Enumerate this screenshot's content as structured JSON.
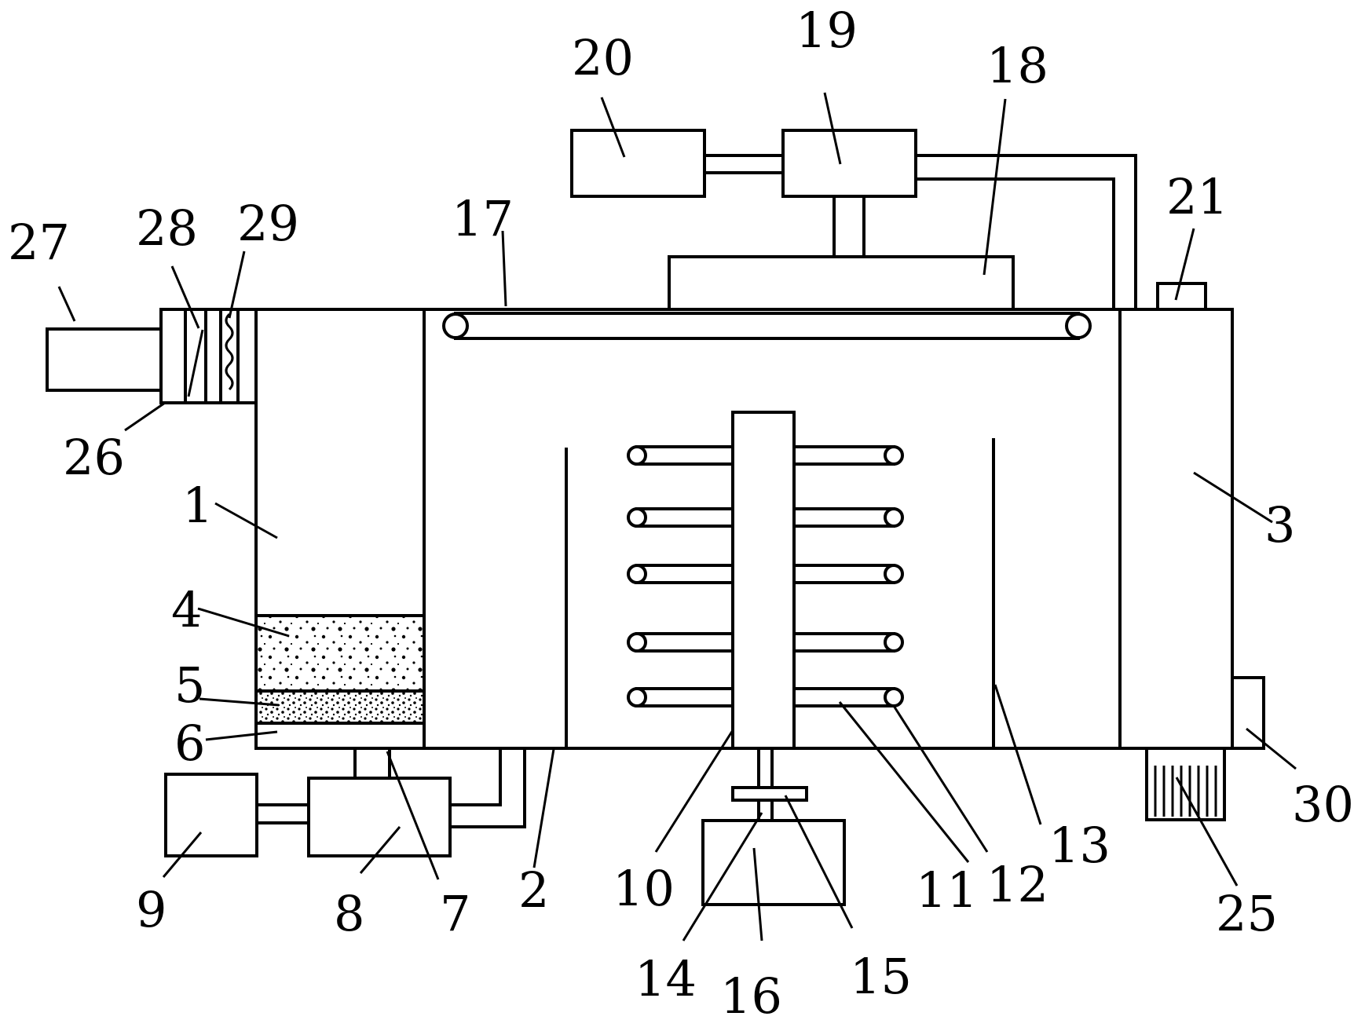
{
  "labels": {
    "l1": "1",
    "l2": "2",
    "l3": "3",
    "l4": "4",
    "l5": "5",
    "l6": "6",
    "l7": "7",
    "l8": "8",
    "l9": "9",
    "l10": "10",
    "l11": "11",
    "l12": "12",
    "l13": "13",
    "l14": "14",
    "l15": "15",
    "l16": "16",
    "l17": "17",
    "l18": "18",
    "l19": "19",
    "l20": "20",
    "l21": "21",
    "l25": "25",
    "l26": "26",
    "l27": "27",
    "l28": "28",
    "l29": "29",
    "l30": "30"
  },
  "colors": {
    "line": "#000000",
    "background": "#ffffff"
  }
}
